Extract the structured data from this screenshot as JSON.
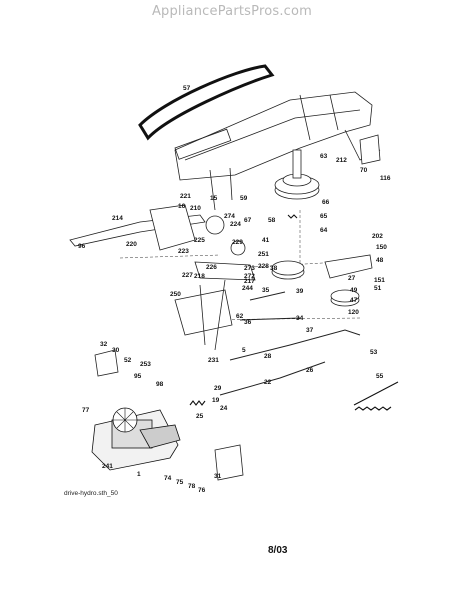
{
  "header": {
    "site": "AppliancePartsPros.com"
  },
  "diagram": {
    "file_label": "drive-hydro.sth_50",
    "page_code": "8/03",
    "callouts": [
      {
        "id": "57"
      },
      {
        "id": "1"
      },
      {
        "id": "63"
      },
      {
        "id": "212"
      },
      {
        "id": "70"
      },
      {
        "id": "116"
      },
      {
        "id": "59"
      },
      {
        "id": "221"
      },
      {
        "id": "210"
      },
      {
        "id": "15"
      },
      {
        "id": "16"
      },
      {
        "id": "58"
      },
      {
        "id": "66"
      },
      {
        "id": "65"
      },
      {
        "id": "64"
      },
      {
        "id": "67"
      },
      {
        "id": "214"
      },
      {
        "id": "96"
      },
      {
        "id": "274"
      },
      {
        "id": "224"
      },
      {
        "id": "225"
      },
      {
        "id": "229"
      },
      {
        "id": "41"
      },
      {
        "id": "220"
      },
      {
        "id": "223"
      },
      {
        "id": "251"
      },
      {
        "id": "228"
      },
      {
        "id": "202"
      },
      {
        "id": "150"
      },
      {
        "id": "48"
      },
      {
        "id": "227"
      },
      {
        "id": "218"
      },
      {
        "id": "226"
      },
      {
        "id": "273"
      },
      {
        "id": "272"
      },
      {
        "id": "38"
      },
      {
        "id": "27"
      },
      {
        "id": "49"
      },
      {
        "id": "151"
      },
      {
        "id": "51"
      },
      {
        "id": "47"
      },
      {
        "id": "250"
      },
      {
        "id": "244"
      },
      {
        "id": "217"
      },
      {
        "id": "35"
      },
      {
        "id": "39"
      },
      {
        "id": "120"
      },
      {
        "id": "62"
      },
      {
        "id": "36"
      },
      {
        "id": "34"
      },
      {
        "id": "37"
      },
      {
        "id": "5"
      },
      {
        "id": "231"
      },
      {
        "id": "32"
      },
      {
        "id": "30"
      },
      {
        "id": "52"
      },
      {
        "id": "253"
      },
      {
        "id": "95"
      },
      {
        "id": "98"
      },
      {
        "id": "28"
      },
      {
        "id": "53"
      },
      {
        "id": "22"
      },
      {
        "id": "26"
      },
      {
        "id": "55"
      },
      {
        "id": "29"
      },
      {
        "id": "19"
      },
      {
        "id": "24"
      },
      {
        "id": "25"
      },
      {
        "id": "77"
      },
      {
        "id": "241"
      },
      {
        "id": "74"
      },
      {
        "id": "75"
      },
      {
        "id": "78"
      },
      {
        "id": "76"
      },
      {
        "id": "31"
      }
    ]
  }
}
